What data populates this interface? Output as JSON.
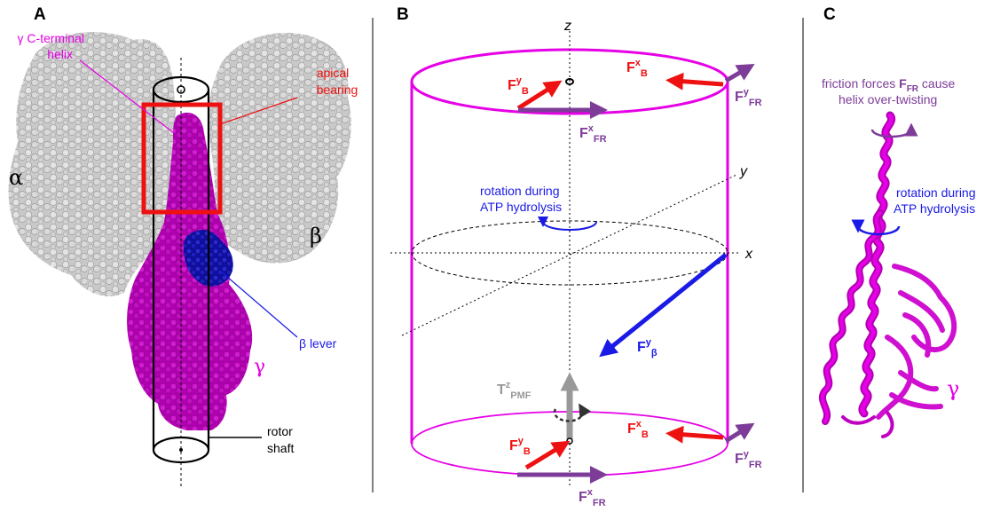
{
  "colors": {
    "magenta": "#e600e6",
    "purple": "#7d3c98",
    "red": "#ee1111",
    "blue": "#1a1ae6",
    "gray": "#b8b8b8",
    "black": "#000000"
  },
  "panelA": {
    "letter": "A",
    "gamma_helix_label": [
      "γ C-terminal",
      "helix"
    ],
    "apical_bearing_label": [
      "apical",
      "bearing"
    ],
    "alpha": "α",
    "beta": "β",
    "beta_lever": "β lever",
    "gamma": "γ",
    "rotor_shaft": [
      "rotor",
      "shaft"
    ]
  },
  "panelB": {
    "letter": "B",
    "axis_z": "z",
    "axis_y": "y",
    "axis_x": "x",
    "rotation_text": [
      "rotation during",
      "ATP hydrolysis"
    ],
    "F": "F",
    "T": "T",
    "sup_y": "y",
    "sup_x": "x",
    "sup_z": "z",
    "sub_B": "B",
    "sub_FR": "FR",
    "sub_beta": "β",
    "sub_PMF": "PMF"
  },
  "panelC": {
    "letter": "C",
    "friction_line1_pre": "friction forces ",
    "friction_F": "F",
    "friction_sub": "FR",
    "friction_line1_post": " cause",
    "friction_line2": "helix over-twisting",
    "rotation_text": [
      "rotation during",
      "ATP hydrolysis"
    ],
    "gamma": "γ"
  }
}
